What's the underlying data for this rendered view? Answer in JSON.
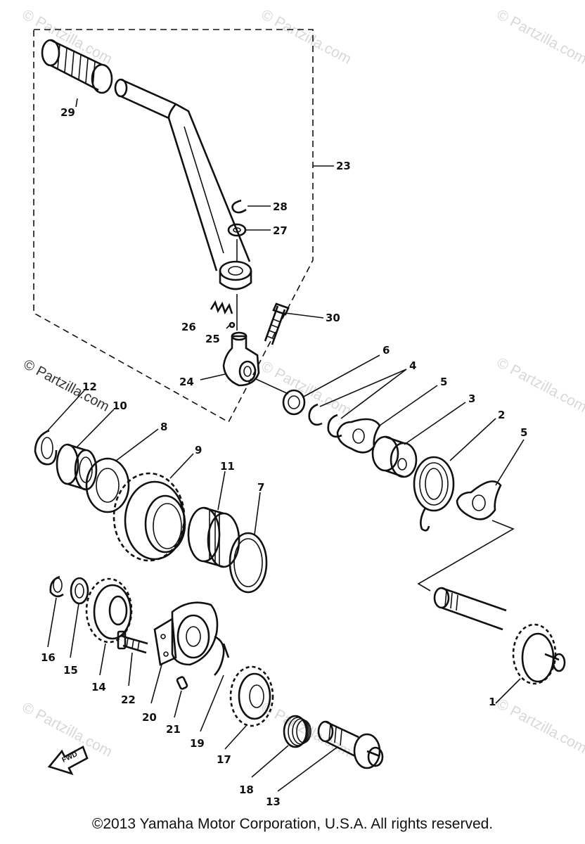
{
  "watermarks": [
    {
      "id": "wm1",
      "text": "© Partzilla.com"
    },
    {
      "id": "wm2",
      "text": "© Partzilla.com"
    },
    {
      "id": "wm3",
      "text": "© Partzilla.com"
    },
    {
      "id": "wm4",
      "text": "© Partzilla.com"
    },
    {
      "id": "wm5",
      "text": "© Partzilla.com"
    },
    {
      "id": "wm6",
      "text": "© Partzilla.com"
    },
    {
      "id": "wm7",
      "text": "© Partzilla.com"
    },
    {
      "id": "wm8",
      "text": "© Partzilla.com"
    },
    {
      "id": "wm9",
      "text": "© Partzilla.com"
    }
  ],
  "callouts": {
    "c1": "1",
    "c2": "2",
    "c3": "3",
    "c4": "4",
    "c5a": "5",
    "c5b": "5",
    "c6": "6",
    "c7": "7",
    "c8": "8",
    "c9": "9",
    "c10": "10",
    "c11": "11",
    "c12": "12",
    "c13": "13",
    "c14": "14",
    "c15": "15",
    "c16": "16",
    "c17": "17",
    "c18": "18",
    "c19": "19",
    "c20": "20",
    "c21": "21",
    "c22": "22",
    "c23": "23",
    "c24": "24",
    "c25": "25",
    "c26": "26",
    "c27": "27",
    "c28": "28",
    "c29": "29",
    "c30": "30"
  },
  "fwd_label": "FWD",
  "copyright": "©2013 Yamaha Motor Corporation, U.S.A. All rights reserved."
}
